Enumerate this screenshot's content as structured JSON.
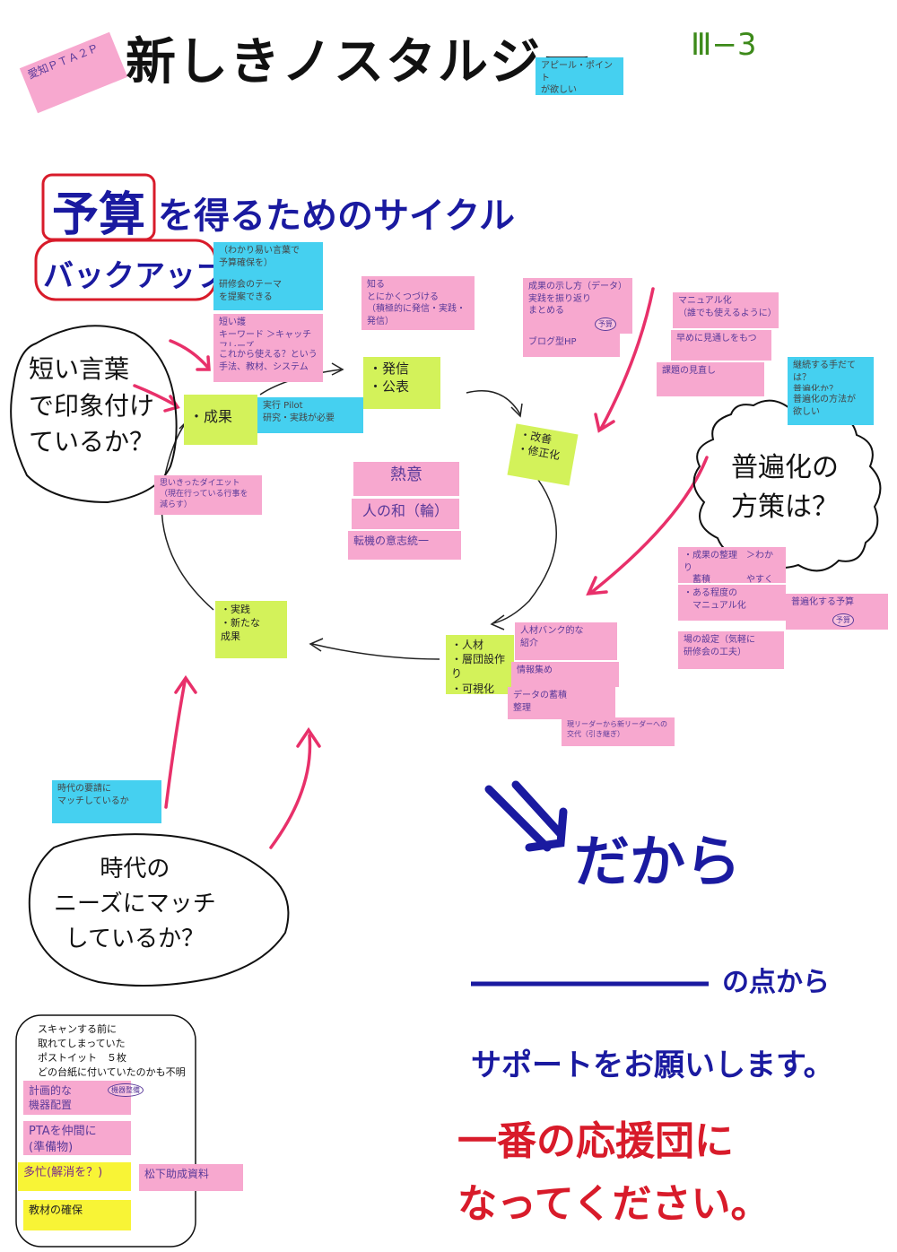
{
  "title": "新しきノスタルジー",
  "page_code": "Ⅲ−3",
  "corner_note": "愛知ＰＴＡ２Ｐ",
  "appeal_note": "アピール・ポイント\nが欲しい",
  "heading": {
    "box_text": "予算",
    "rest": "を得るためのサイクル"
  },
  "backup_label": "バックアップ",
  "cycle": {
    "results": "・成果",
    "publish": "・発信\n・公表",
    "improve": "・改善\n・修正化",
    "people": "・人材\n・層団設作り\n・可視化",
    "practice": "・実践\n・新たな\n成果"
  },
  "notes": {
    "blue_1": "（わかり易い言葉で\n予算確保を）",
    "blue_2": "研修会のテーマ\nを提案できる",
    "pink_keywords": "短い護\nキーワード ＞キャッチフレーズ",
    "pink_methods": "これから使える？という\n手法、教材、システム",
    "blue_pilot": "実行 Pilot\n研究・実践が必要",
    "pink_announce": "知る\nとにかくつづける\n（積極的に発信・実践・発信）",
    "pink_data": "成果の示し方（データ）\n実践を振り返り\nまとめる",
    "pink_blog": "ブログ型HP",
    "pink_manual": "マニュアル化\n（誰でも使えるように）",
    "pink_early": "早めに見通しをもつ",
    "pink_issues": "課題の見直し",
    "blue_continue": "継続する手だては？\n普遍化か？",
    "blue_universal": "普遍化の方法が\n欲しい",
    "pink_passion": "熱意",
    "pink_harmony": "人の和（輪）",
    "pink_spirit": "転機の意志統一",
    "pink_diet": "思いきったダイエット\n（現在行っている行事を\n減らす）",
    "pink_organize": "・成果の整理　＞わかり\n　蓄積　　　　やすく",
    "pink_degree": "・ある程度の\n　マニュアル化",
    "pink_universal_budget": "普遍化する予算",
    "pink_venue": "場の設定（気軽に\n研修会の工夫）",
    "pink_talent": "人材バンク的な\n紹介",
    "pink_info": "情報集め",
    "pink_data_store": "データの蓄積\n整理",
    "pink_handover": "現リーダーから新リーダーへの\n交代（引き継ぎ）",
    "blue_needs": "時代の要請に\nマッチしているか"
  },
  "stamps": {
    "budget_small": "予算",
    "budget_tag": "予算"
  },
  "bubbles": {
    "short_words": "短い言葉\nで印象付け\nているか？",
    "universal": "普遍化の\n方策は？",
    "era_needs": "時代の\nニーズにマッチ\nしているか？"
  },
  "dakara": "だから",
  "point_suffix": "の点から",
  "support": "サポートをお願いします。",
  "cheer": "一番の応援団に\nなってください。",
  "scan_note": {
    "text": "スキャンする前に\n取れてしまっていた\nポストイット　５枚\nどの台紙に付いていたのかも不明\nです。",
    "items": [
      "計画的な\n機器配置",
      "PTAを仲間に\n(準備物)",
      "多忙(解消を？)",
      "教材の確保"
    ],
    "stamp": "機器整備",
    "label_right": "松下助成資料"
  },
  "colors": {
    "pink": "#f7a8cf",
    "blue": "#45d0f0",
    "green": "#d3f25a",
    "yellow": "#f8f436",
    "navy": "#1a1aa0",
    "magenta": "#e8306a",
    "purple": "#5a3a9a",
    "red": "#d81b2a",
    "olive": "#3d8a1a"
  }
}
